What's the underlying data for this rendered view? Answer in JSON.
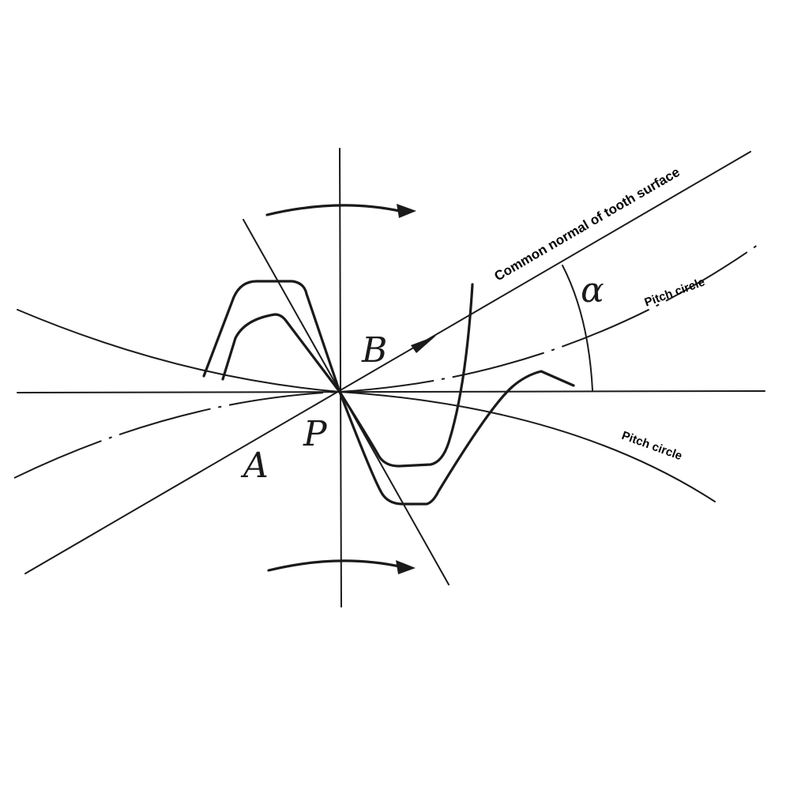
{
  "labels": {
    "common_normal": "Common normal of tooth surface",
    "pitch_circle_upper": "Pitch circle",
    "pitch_circle_lower": "Pitch circle",
    "point_a": "A",
    "point_b": "B",
    "point_p": "P",
    "alpha": "α"
  },
  "colors": {
    "ink": "#1a1a1a",
    "background": "#ffffff"
  }
}
